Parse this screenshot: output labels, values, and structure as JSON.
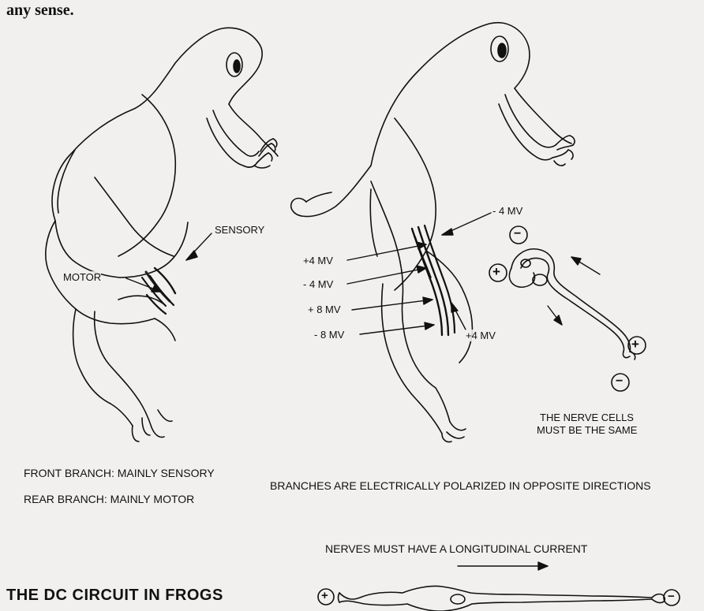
{
  "intro_text": "any sense.",
  "labels": {
    "sensory": "SENSORY",
    "motor": "MOTOR",
    "nerve_cells_line1": "THE NERVE CELLS",
    "nerve_cells_line2": "MUST BE THE SAME",
    "front_branch": "FRONT BRANCH: MAINLY SENSORY",
    "rear_branch": "REAR BRANCH: MAINLY MOTOR",
    "branches_polarized": "BRANCHES ARE ELECTRICALLY POLARIZED IN OPPOSITE DIRECTIONS",
    "longitudinal": "NERVES MUST HAVE A LONGITUDINAL CURRENT",
    "title": "THE DC CIRCUIT IN FROGS"
  },
  "voltages": {
    "v1": "- 4 MV",
    "v2": "+4 MV",
    "v3": "- 4 MV",
    "v4": "+ 8 MV",
    "v5": "- 8 MV",
    "v6": "+4 MV"
  },
  "symbols": {
    "plus": "+",
    "minus": "−"
  },
  "colors": {
    "ink": "#111111",
    "paper": "#f1f0ee",
    "faded_text": "#b9b8b4"
  }
}
